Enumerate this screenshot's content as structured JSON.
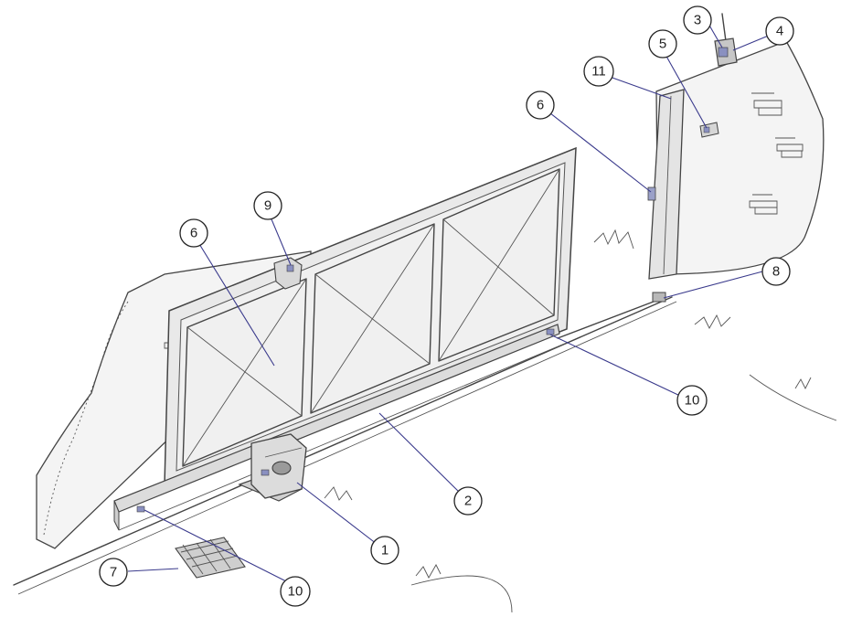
{
  "callouts": [
    {
      "id": "c1",
      "label": "1"
    },
    {
      "id": "c2",
      "label": "2"
    },
    {
      "id": "c3",
      "label": "3"
    },
    {
      "id": "c4",
      "label": "4"
    },
    {
      "id": "c5",
      "label": "5"
    },
    {
      "id": "c6a",
      "label": "6"
    },
    {
      "id": "c6b",
      "label": "6"
    },
    {
      "id": "c7",
      "label": "7"
    },
    {
      "id": "c8",
      "label": "8"
    },
    {
      "id": "c9",
      "label": "9"
    },
    {
      "id": "c10a",
      "label": "10"
    },
    {
      "id": "c10b",
      "label": "10"
    },
    {
      "id": "c11",
      "label": "11"
    }
  ],
  "colors": {
    "line": "#444444",
    "leader": "#3a3a8c",
    "panel_fill": "#ececec",
    "wall_fill": "#f4f4f4"
  }
}
